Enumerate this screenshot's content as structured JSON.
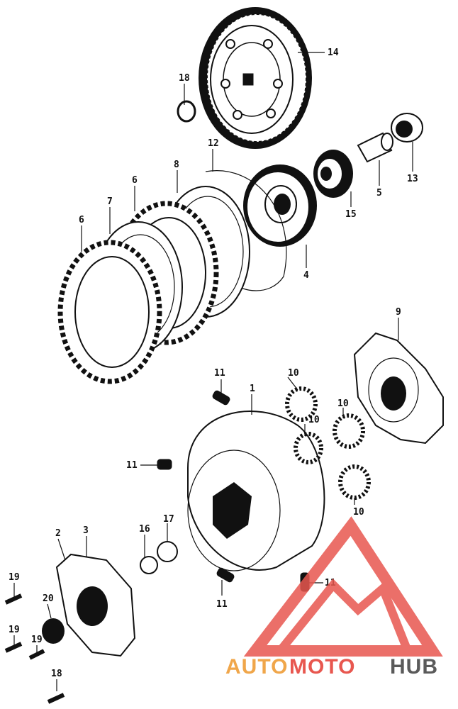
{
  "callouts": [
    {
      "id": "c14a",
      "text": "14"
    },
    {
      "id": "c18a",
      "text": "18"
    },
    {
      "id": "c13",
      "text": "13"
    },
    {
      "id": "c5",
      "text": "5"
    },
    {
      "id": "c15",
      "text": "15"
    },
    {
      "id": "c12",
      "text": "12"
    },
    {
      "id": "c8",
      "text": "8"
    },
    {
      "id": "c6a",
      "text": "6"
    },
    {
      "id": "c7",
      "text": "7"
    },
    {
      "id": "c6b",
      "text": "6"
    },
    {
      "id": "c4",
      "text": "4"
    },
    {
      "id": "c9",
      "text": "9"
    },
    {
      "id": "c1",
      "text": "1"
    },
    {
      "id": "c11a",
      "text": "11"
    },
    {
      "id": "c10a",
      "text": "10"
    },
    {
      "id": "c10b",
      "text": "10"
    },
    {
      "id": "c10c",
      "text": "10"
    },
    {
      "id": "c10d",
      "text": "10"
    },
    {
      "id": "c11b",
      "text": "11"
    },
    {
      "id": "c2",
      "text": "2"
    },
    {
      "id": "c3",
      "text": "3"
    },
    {
      "id": "c16",
      "text": "16"
    },
    {
      "id": "c17",
      "text": "17"
    },
    {
      "id": "c11c",
      "text": "11"
    },
    {
      "id": "c11d",
      "text": "11"
    },
    {
      "id": "c19a",
      "text": "19"
    },
    {
      "id": "c20",
      "text": "20"
    },
    {
      "id": "c19b",
      "text": "19"
    },
    {
      "id": "c19c",
      "text": "19"
    },
    {
      "id": "c18b",
      "text": "18"
    }
  ],
  "watermark": {
    "part1": "AUTO",
    "part2": "MOTO",
    "part3": "HUB",
    "colors": {
      "part1": "#f0a64a",
      "part2": "#e8574f",
      "part3": "#5a5a5a",
      "logo": "#e8574f"
    }
  }
}
